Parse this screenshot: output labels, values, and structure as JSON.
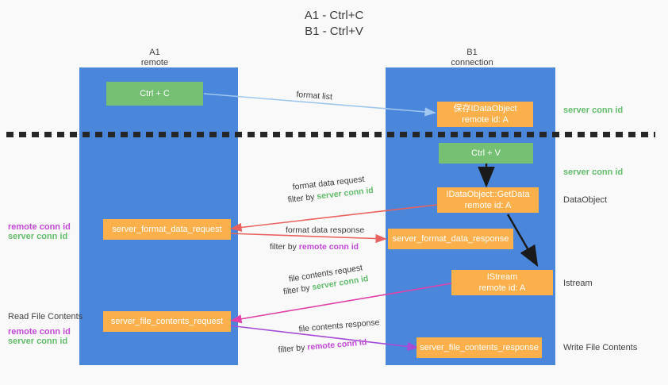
{
  "title": {
    "line1": "A1 - Ctrl+C",
    "line2": "B1 - Ctrl+V"
  },
  "colors": {
    "lane": "#4a86da",
    "node_orange": "#fbb04c",
    "node_green": "#76c074",
    "server_conn_id": "#62bc6b",
    "remote_conn_id": "#c248d6",
    "arrow_light_blue": "#9fc7ef",
    "arrow_red": "#e8635f",
    "arrow_magenta": "#e040a8",
    "arrow_purple": "#a64bd6",
    "arrow_black": "#1a1a1a",
    "background": "#f9f9f9",
    "divider": "#262626"
  },
  "lanes": [
    {
      "id": "a1",
      "name": "A1",
      "sub": "remote"
    },
    {
      "id": "b1",
      "name": "B1",
      "sub": "connection"
    }
  ],
  "nodes": [
    {
      "id": "ctrl-c",
      "label_line1": "Ctrl + C",
      "label_line2": "",
      "kind": "green"
    },
    {
      "id": "save-idataobject",
      "label_line1": "保存IDataObject",
      "label_line2": "remote id: A",
      "kind": "orange"
    },
    {
      "id": "ctrl-v",
      "label_line1": "Ctrl + V",
      "label_line2": "",
      "kind": "green"
    },
    {
      "id": "idataobject-getdata",
      "label_line1": "IDataObject::GetData",
      "label_line2": "remote id: A",
      "kind": "orange"
    },
    {
      "id": "server-format-data-request",
      "label_line1": "server_format_data_request",
      "label_line2": "",
      "kind": "orange"
    },
    {
      "id": "server-format-data-response",
      "label_line1": "server_format_data_response",
      "label_line2": "",
      "kind": "orange"
    },
    {
      "id": "istream",
      "label_line1": "IStream",
      "label_line2": "remote id: A",
      "kind": "orange"
    },
    {
      "id": "server-file-contents-request",
      "label_line1": "server_file_contents_request",
      "label_line2": "",
      "kind": "orange"
    },
    {
      "id": "server-file-contents-response",
      "label_line1": "server_file_contents_response",
      "label_line2": "",
      "kind": "orange"
    }
  ],
  "right_labels": [
    {
      "id": "server-conn-id-1",
      "text": "server conn id",
      "style": "green"
    },
    {
      "id": "server-conn-id-2",
      "text": "server conn id",
      "style": "green"
    },
    {
      "id": "dataobject",
      "text": "DataObject",
      "style": "plain"
    },
    {
      "id": "istream-label",
      "text": "Istream",
      "style": "plain"
    },
    {
      "id": "write-file-contents",
      "text": "Write File Contents",
      "style": "plain"
    }
  ],
  "left_labels": [
    {
      "id": "left-remote-conn-id-1",
      "text": "remote conn id",
      "style": "purple"
    },
    {
      "id": "left-server-conn-id-1",
      "text": "server conn id",
      "style": "green"
    },
    {
      "id": "read-file-contents",
      "text": "Read File Contents",
      "style": "plain"
    },
    {
      "id": "left-remote-conn-id-2",
      "text": "remote conn id",
      "style": "purple"
    },
    {
      "id": "left-server-conn-id-2",
      "text": "server conn id",
      "style": "green"
    }
  ],
  "edge_labels": [
    {
      "id": "format-list",
      "prefix": "format list",
      "highlight": "",
      "highlight_kind": ""
    },
    {
      "id": "format-data-request",
      "prefix": "format data request",
      "highlight": "",
      "highlight_kind": ""
    },
    {
      "id": "format-data-request-filter",
      "prefix": "filter by ",
      "highlight": "server conn id",
      "highlight_kind": "g"
    },
    {
      "id": "format-data-response",
      "prefix": "format data response",
      "highlight": "",
      "highlight_kind": ""
    },
    {
      "id": "format-data-response-filter",
      "prefix": "filter by ",
      "highlight": "remote conn id",
      "highlight_kind": "p"
    },
    {
      "id": "file-contents-request",
      "prefix": "file contents request",
      "highlight": "",
      "highlight_kind": ""
    },
    {
      "id": "file-contents-request-filter",
      "prefix": "filter by ",
      "highlight": "server conn id",
      "highlight_kind": "g"
    },
    {
      "id": "file-contents-response",
      "prefix": "file contents response",
      "highlight": "",
      "highlight_kind": ""
    },
    {
      "id": "file-contents-response-filter",
      "prefix": "filter by ",
      "highlight": "remote conn id",
      "highlight_kind": "p"
    }
  ]
}
